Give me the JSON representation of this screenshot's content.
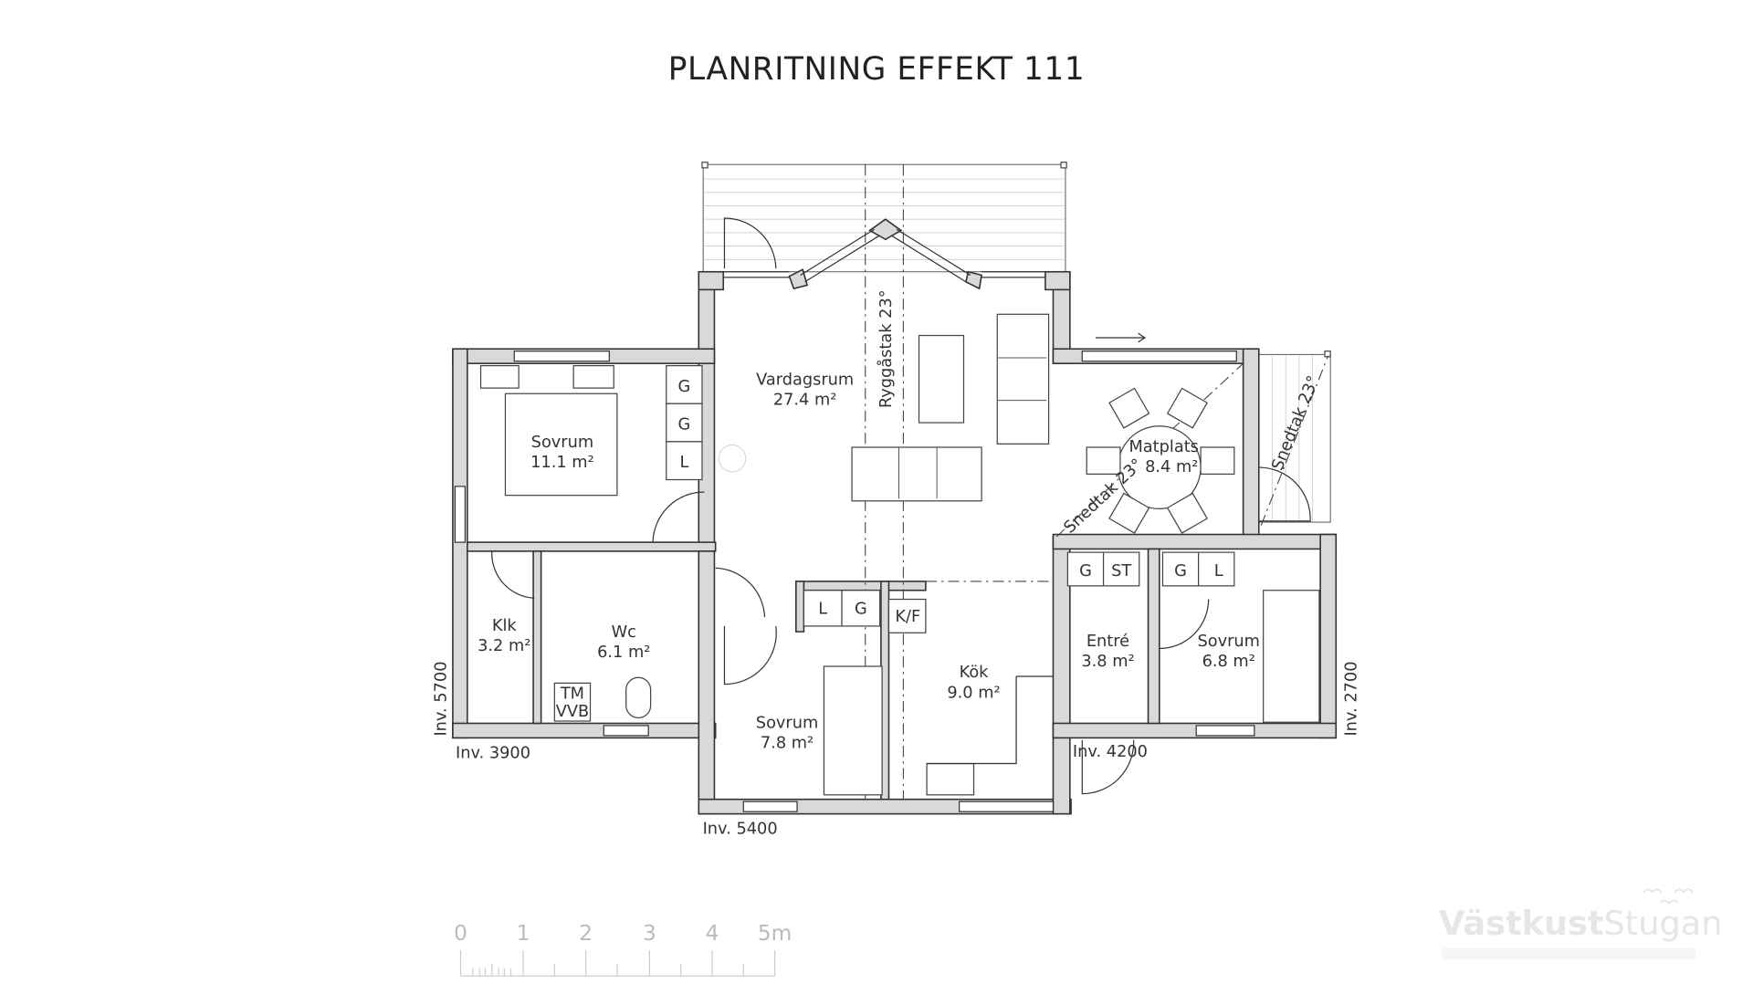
{
  "title": "PLANRITNING EFFEKT 111",
  "rooms": {
    "vardagsrum": {
      "name": "Vardagsrum",
      "area": "27.4 m²"
    },
    "sovrum_main": {
      "name": "Sovrum",
      "area": "11.1 m²"
    },
    "klk": {
      "name": "Klk",
      "area": "3.2 m²"
    },
    "wc": {
      "name": "Wc",
      "area": "6.1 m²"
    },
    "sovrum_small": {
      "name": "Sovrum",
      "area": "7.8 m²"
    },
    "kok": {
      "name": "Kök",
      "area": "9.0 m²"
    },
    "entre": {
      "name": "Entré",
      "area": "3.8 m²"
    },
    "sovrum_right": {
      "name": "Sovrum",
      "area": "6.8 m²"
    },
    "matplats": {
      "name": "Matplats",
      "area": "8.4 m²"
    }
  },
  "closets": {
    "sovrum_main": [
      "G",
      "G",
      "L"
    ],
    "sovrum_small": [
      "L",
      "G"
    ],
    "kok": "K/F",
    "entre": [
      "G",
      "ST"
    ],
    "sovrum_right": [
      "G",
      "L"
    ],
    "wc": [
      "TM",
      "VVB"
    ]
  },
  "roof_labels": {
    "ridge": "Ryggåstak 23°",
    "slope_dining": "Snedtak 23°",
    "slope_terrace": "Snedtak 23°"
  },
  "dimensions": {
    "left_vertical": "Inv. 5700",
    "left_bottom": "Inv. 3900",
    "center_bottom": "Inv. 5400",
    "right_bottom": "Inv. 4200",
    "right_vertical": "Inv. 2700"
  },
  "scale_bar": {
    "labels": [
      "0",
      "1",
      "2",
      "3",
      "4",
      "5m"
    ]
  },
  "logo": {
    "text_bold": "Västkust",
    "text_light": "Stugan"
  },
  "colors": {
    "wall_fill": "#d9d9d9",
    "line": "#333333",
    "logo": "#e6e6e6"
  }
}
